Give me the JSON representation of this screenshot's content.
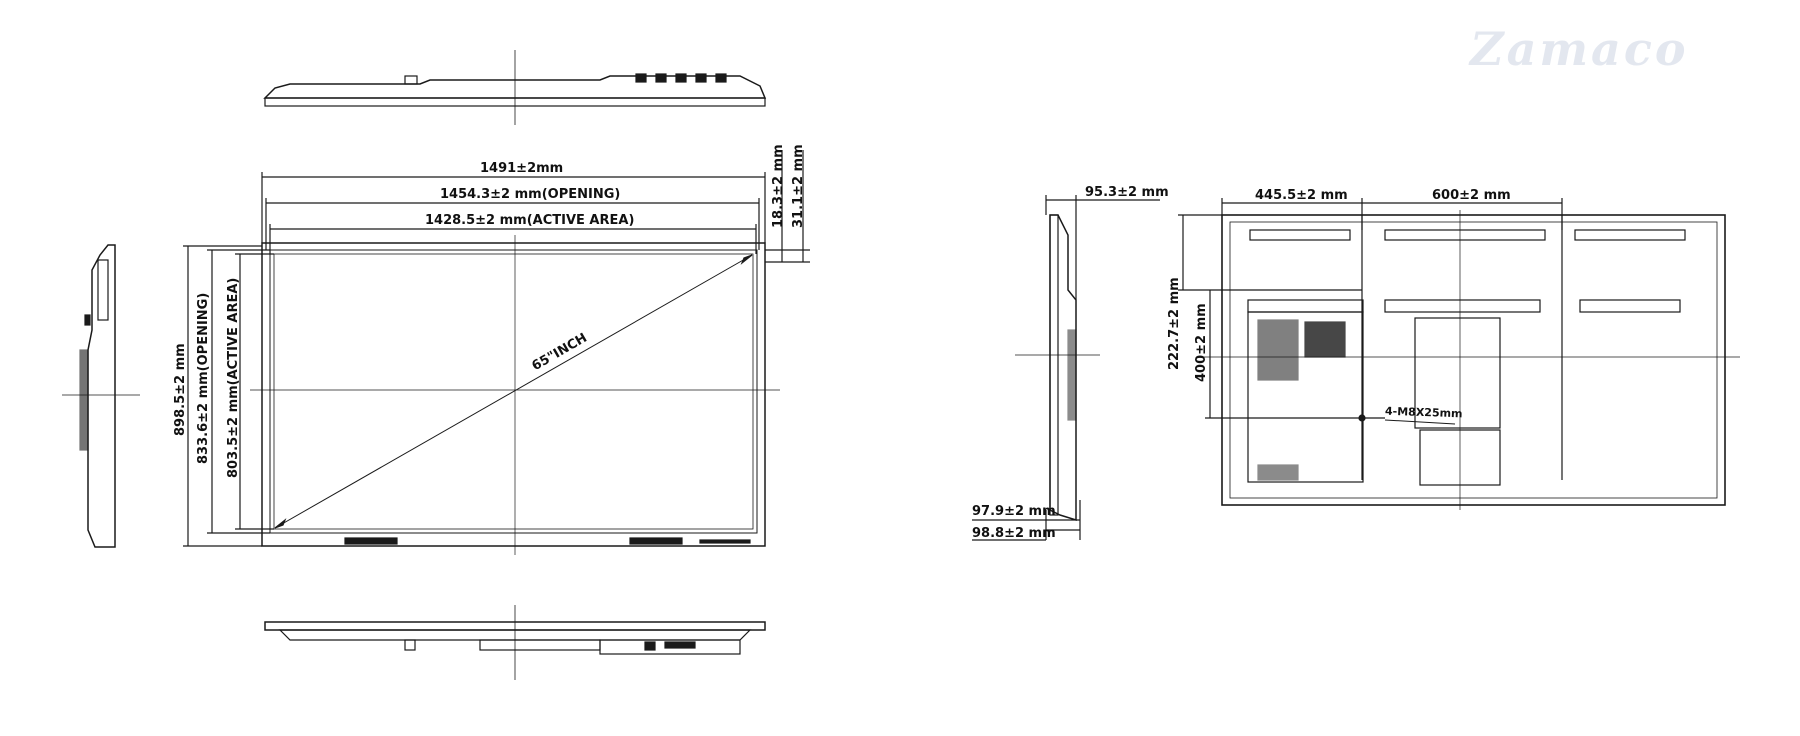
{
  "brand": {
    "logo_text": "Zamaco",
    "logo_color": "#e3e7ef"
  },
  "front_view": {
    "width_overall": "1491±2mm",
    "width_opening": "1454.3±2 mm(OPENING)",
    "width_active": "1428.5±2 mm(ACTIVE AREA)",
    "height_overall": "898.5±2 mm",
    "height_opening": "833.6±2 mm(OPENING)",
    "height_active": "803.5±2 mm(ACTIVE AREA)",
    "bezel_top_opening": "18.3±2 mm",
    "bezel_top_active": "31.1±2 mm",
    "diagonal": "65\"INCH"
  },
  "side_view": {
    "depth_with_mount": "95.3±2 mm",
    "depth_bottom_1": "97.9±2 mm",
    "depth_bottom_2": "98.8±2 mm"
  },
  "rear_view": {
    "offset_left": "445.5±2 mm",
    "vesa_width": "600±2 mm",
    "offset_top": "222.7±2 mm",
    "vesa_height": "400±2 mm",
    "screw_spec": "4-M8X25mm"
  },
  "colors": {
    "line": "#1a1a1a",
    "background": "#ffffff"
  }
}
